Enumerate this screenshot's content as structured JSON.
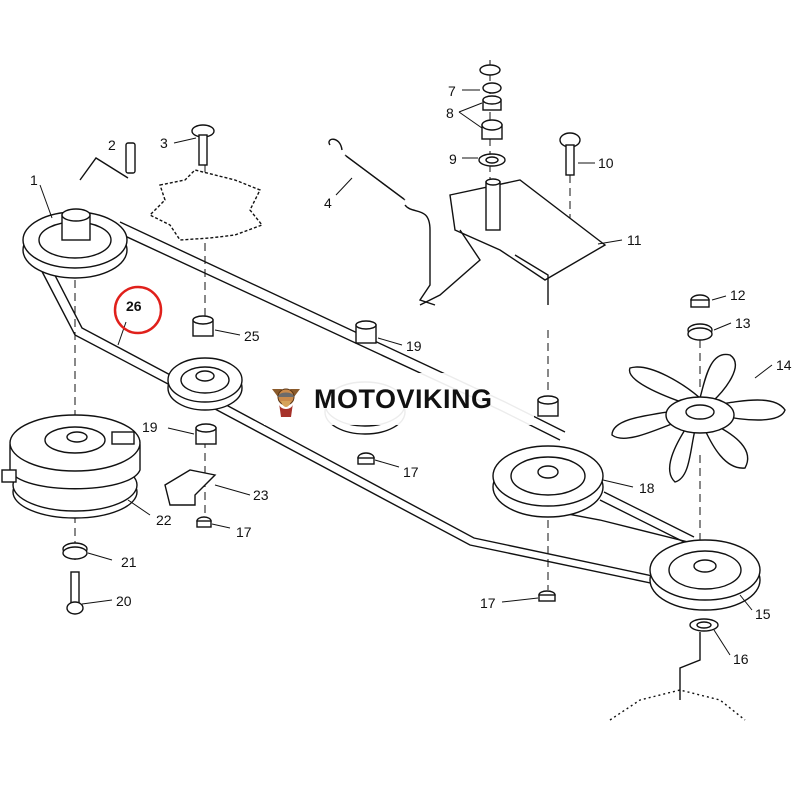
{
  "callouts": [
    {
      "id": "c1",
      "text": "1"
    },
    {
      "id": "c2",
      "text": "2"
    },
    {
      "id": "c3",
      "text": "3"
    },
    {
      "id": "c4",
      "text": "4"
    },
    {
      "id": "c7",
      "text": "7"
    },
    {
      "id": "c8",
      "text": "8"
    },
    {
      "id": "c9",
      "text": "9"
    },
    {
      "id": "c10",
      "text": "10"
    },
    {
      "id": "c11",
      "text": "11"
    },
    {
      "id": "c12",
      "text": "12"
    },
    {
      "id": "c13",
      "text": "13"
    },
    {
      "id": "c14",
      "text": "14"
    },
    {
      "id": "c15",
      "text": "15"
    },
    {
      "id": "c16",
      "text": "16"
    },
    {
      "id": "c17a",
      "text": "17"
    },
    {
      "id": "c17b",
      "text": "17"
    },
    {
      "id": "c17c",
      "text": "17"
    },
    {
      "id": "c18",
      "text": "18"
    },
    {
      "id": "c19a",
      "text": "19"
    },
    {
      "id": "c19b",
      "text": "19"
    },
    {
      "id": "c20",
      "text": "20"
    },
    {
      "id": "c21",
      "text": "21"
    },
    {
      "id": "c22",
      "text": "22"
    },
    {
      "id": "c23",
      "text": "23"
    },
    {
      "id": "c25",
      "text": "25"
    },
    {
      "id": "c26",
      "text": "26"
    }
  ],
  "highlight": {
    "callout": "26",
    "color": "#e0201b"
  },
  "watermark": {
    "text": "MOTOVIKING"
  }
}
